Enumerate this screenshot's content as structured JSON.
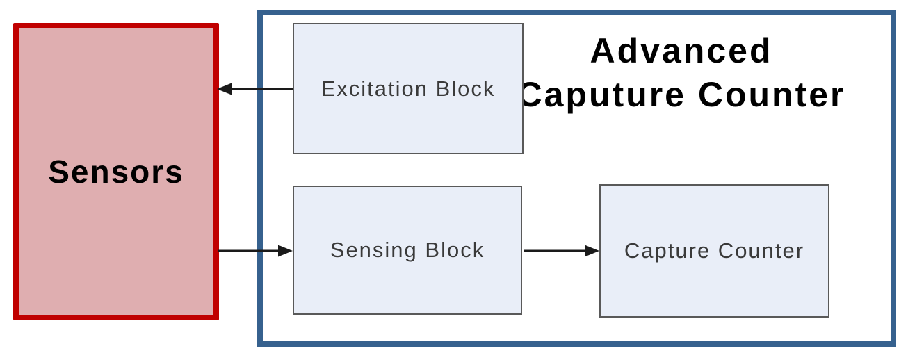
{
  "colors": {
    "background": "#FFFFFF",
    "sensors_fill": "#DFAEB0",
    "sensors_border": "#C00000",
    "container_border": "#36618E",
    "block_fill": "#E9EEF8",
    "block_border": "#595959",
    "block_text": "#3A3A3A",
    "title_text": "#000000",
    "arrow": "#1A1A1A"
  },
  "sensors": {
    "label": "Sensors"
  },
  "container": {
    "title_line1": "Advanced",
    "title_line2": "Caputure Counter"
  },
  "blocks": {
    "excitation": {
      "label": "Excitation Block"
    },
    "sensing": {
      "label": "Sensing Block"
    },
    "capture": {
      "label": "Capture Counter"
    }
  },
  "connections": [
    {
      "from": "excitation-block",
      "to": "sensors-box"
    },
    {
      "from": "sensors-box",
      "to": "sensing-block"
    },
    {
      "from": "sensing-block",
      "to": "capture-counter-block"
    }
  ]
}
